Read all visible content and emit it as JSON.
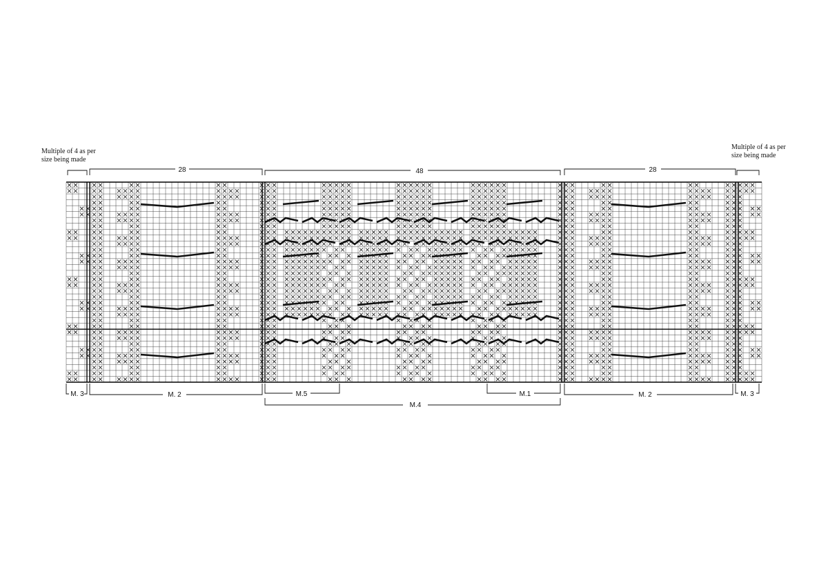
{
  "notes": {
    "left": [
      "Multiple of 4 as per",
      "size being made"
    ],
    "right": [
      "Multiple of 4 as per",
      "size being made"
    ]
  },
  "top_counts": {
    "left_panel": "28",
    "center_panel": "48",
    "right_panel": "28"
  },
  "bottom_labels": {
    "m3_left": "M. 3",
    "m2_left": "M. 2",
    "m5": "M.5",
    "m1": "M.1",
    "m2_right": "M. 2",
    "m3_right": "M. 3",
    "m4": "M.4"
  },
  "chart": {
    "columns": 112,
    "rows": 34,
    "symbol": "×",
    "colors": {
      "ink": "#111111",
      "paper": "#ffffff"
    }
  }
}
